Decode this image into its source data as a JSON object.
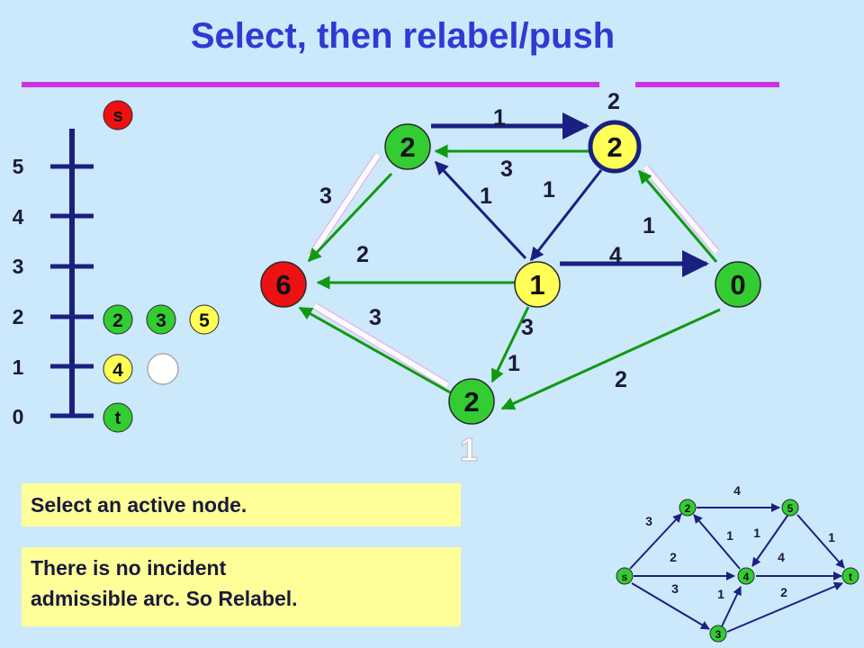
{
  "title": "Select, then relabel/push",
  "colors": {
    "background": "#cce8fb",
    "title": "#2f3ad4",
    "bar": "#cc33e0",
    "node_green": "#33cc33",
    "node_red": "#ee1111",
    "node_yellow": "#ffff55",
    "arc_green": "#119911",
    "arc_navy": "#1a2080",
    "textbox": "#ffff99"
  },
  "text_boxes": {
    "select": "Select an active node.",
    "relabel_line1": "There is no incident",
    "relabel_line2": "admissible arc.  So Relabel."
  },
  "height_scale": {
    "labels": [
      "0",
      "1",
      "2",
      "3",
      "4",
      "5"
    ],
    "levels": [
      {
        "height": "6",
        "nodes": [
          {
            "label": "s",
            "fill": "red"
          }
        ]
      },
      {
        "height": "2",
        "nodes": [
          {
            "label": "2",
            "fill": "green"
          },
          {
            "label": "3",
            "fill": "green"
          },
          {
            "label": "5",
            "fill": "yellow"
          }
        ]
      },
      {
        "height": "1",
        "nodes": [
          {
            "label": "4",
            "fill": "yellow"
          },
          {
            "label": "",
            "fill": "ghost"
          }
        ]
      },
      {
        "height": "0",
        "nodes": [
          {
            "label": "t",
            "fill": "green"
          }
        ]
      }
    ]
  },
  "main_graph": {
    "nodes": [
      {
        "id": "s",
        "label": "6",
        "fill": "red"
      },
      {
        "id": "2",
        "label": "2",
        "fill": "green"
      },
      {
        "id": "5",
        "label": "2",
        "fill": "yellow",
        "selected": true
      },
      {
        "id": "4",
        "label": "1",
        "fill": "yellow"
      },
      {
        "id": "t",
        "label": "0",
        "fill": "green"
      },
      {
        "id": "3",
        "label": "2",
        "fill": "green"
      }
    ],
    "node5_height_label": "2",
    "node3_old_height_label": "1",
    "arcs": [
      {
        "from": "2",
        "to": "5",
        "label": "1",
        "color": "navy"
      },
      {
        "from": "5",
        "to": "2",
        "label": "3",
        "color": "green"
      },
      {
        "from": "2",
        "to": "s",
        "label": "3",
        "color": "green"
      },
      {
        "from": "4",
        "to": "2",
        "label": "1",
        "color": "navy"
      },
      {
        "from": "5",
        "to": "4",
        "label": "1",
        "color": "navy"
      },
      {
        "from": "t",
        "to": "5",
        "label": "1",
        "color": "green"
      },
      {
        "from": "4",
        "to": "s",
        "label": "2",
        "color": "green"
      },
      {
        "from": "4",
        "to": "t",
        "label": "4",
        "color": "navy"
      },
      {
        "from": "3",
        "to": "s",
        "label": "3",
        "color": "green"
      },
      {
        "from": "4",
        "to": "3",
        "label": "3",
        "color": "green"
      },
      {
        "from": "4",
        "to": "3",
        "label": "1",
        "color": "green"
      },
      {
        "from": "t",
        "to": "3",
        "label": "2",
        "color": "green"
      }
    ]
  },
  "mini_graph": {
    "nodes": [
      {
        "id": "s",
        "label": "s",
        "fill": "green"
      },
      {
        "id": "2",
        "label": "2",
        "fill": "green"
      },
      {
        "id": "5",
        "label": "5",
        "fill": "green"
      },
      {
        "id": "4",
        "label": "4",
        "fill": "green"
      },
      {
        "id": "t",
        "label": "t",
        "fill": "green"
      },
      {
        "id": "3",
        "label": "3",
        "fill": "green"
      }
    ],
    "arcs": [
      {
        "from": "s",
        "to": "2",
        "label": "3"
      },
      {
        "from": "2",
        "to": "5",
        "label": "4"
      },
      {
        "from": "s",
        "to": "4",
        "label": "2"
      },
      {
        "from": "4",
        "to": "2",
        "label": "1"
      },
      {
        "from": "5",
        "to": "4",
        "label": "1"
      },
      {
        "from": "4",
        "to": "t",
        "label": "4"
      },
      {
        "from": "5",
        "to": "t",
        "label": "1"
      },
      {
        "from": "s",
        "to": "3",
        "label": "3"
      },
      {
        "from": "3",
        "to": "4",
        "label": "1"
      },
      {
        "from": "3",
        "to": "t",
        "label": "2"
      }
    ]
  }
}
